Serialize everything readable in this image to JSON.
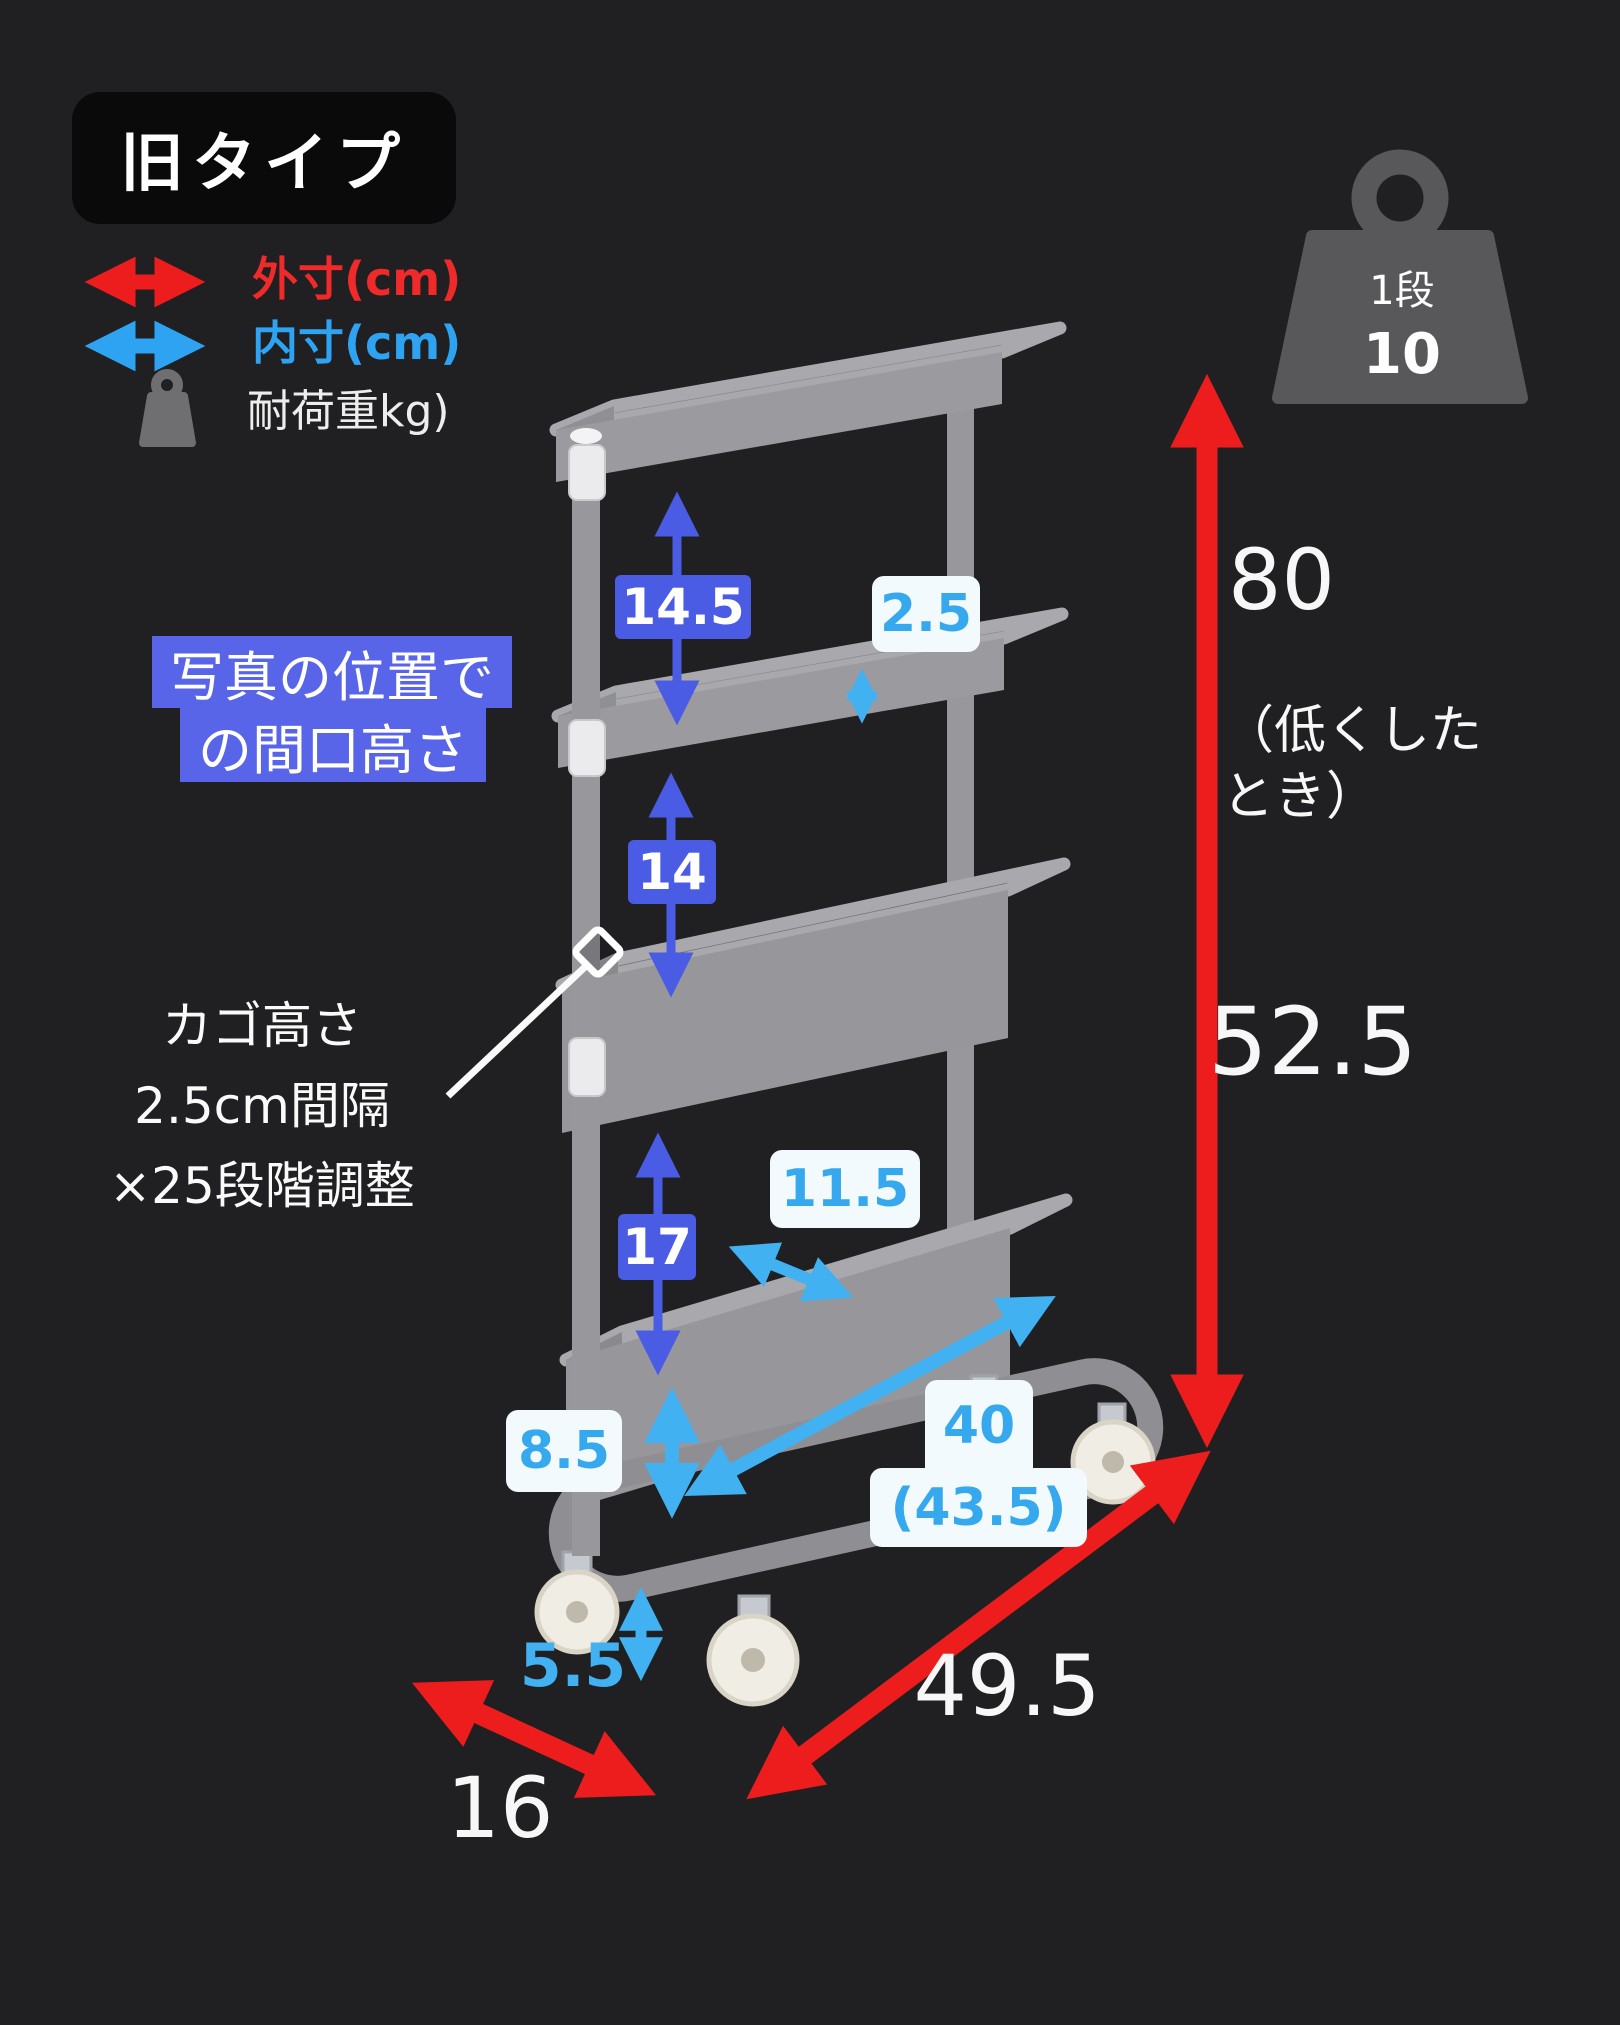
{
  "badge": {
    "label": "旧タイプ"
  },
  "legend": {
    "outer_label": "外寸(cm)",
    "inner_label": "内寸(cm)",
    "load_label": "耐荷重kg)"
  },
  "load_badge": {
    "tier": "1段",
    "value": "10"
  },
  "notes": {
    "opening_line1": "写真の位置で",
    "opening_line2": "の間口高さ",
    "basket_line1": "カゴ高さ",
    "basket_line2": "2.5cm間隔",
    "basket_line3": "×25段階調整",
    "lowered_line1": "（低くした",
    "lowered_line2": "とき）"
  },
  "dimensions": {
    "gap_top": "14.5",
    "tray_depth": "2.5",
    "gap_middle": "14",
    "opening_height": "17",
    "inner_width": "11.5",
    "basket_height": "8.5",
    "inner_length": "40",
    "inner_length_max": "(43.5)",
    "caster_height": "5.5",
    "total_height": "80",
    "lowered_height": "52.5",
    "outer_length": "49.5",
    "outer_width": "16"
  },
  "colors": {
    "outer_accent": "#ee1d1d",
    "inner_accent": "#41b1f1",
    "dim_box_blue": "#4a5be4",
    "note_box_blue": "#5865e8",
    "background": "#202022"
  }
}
